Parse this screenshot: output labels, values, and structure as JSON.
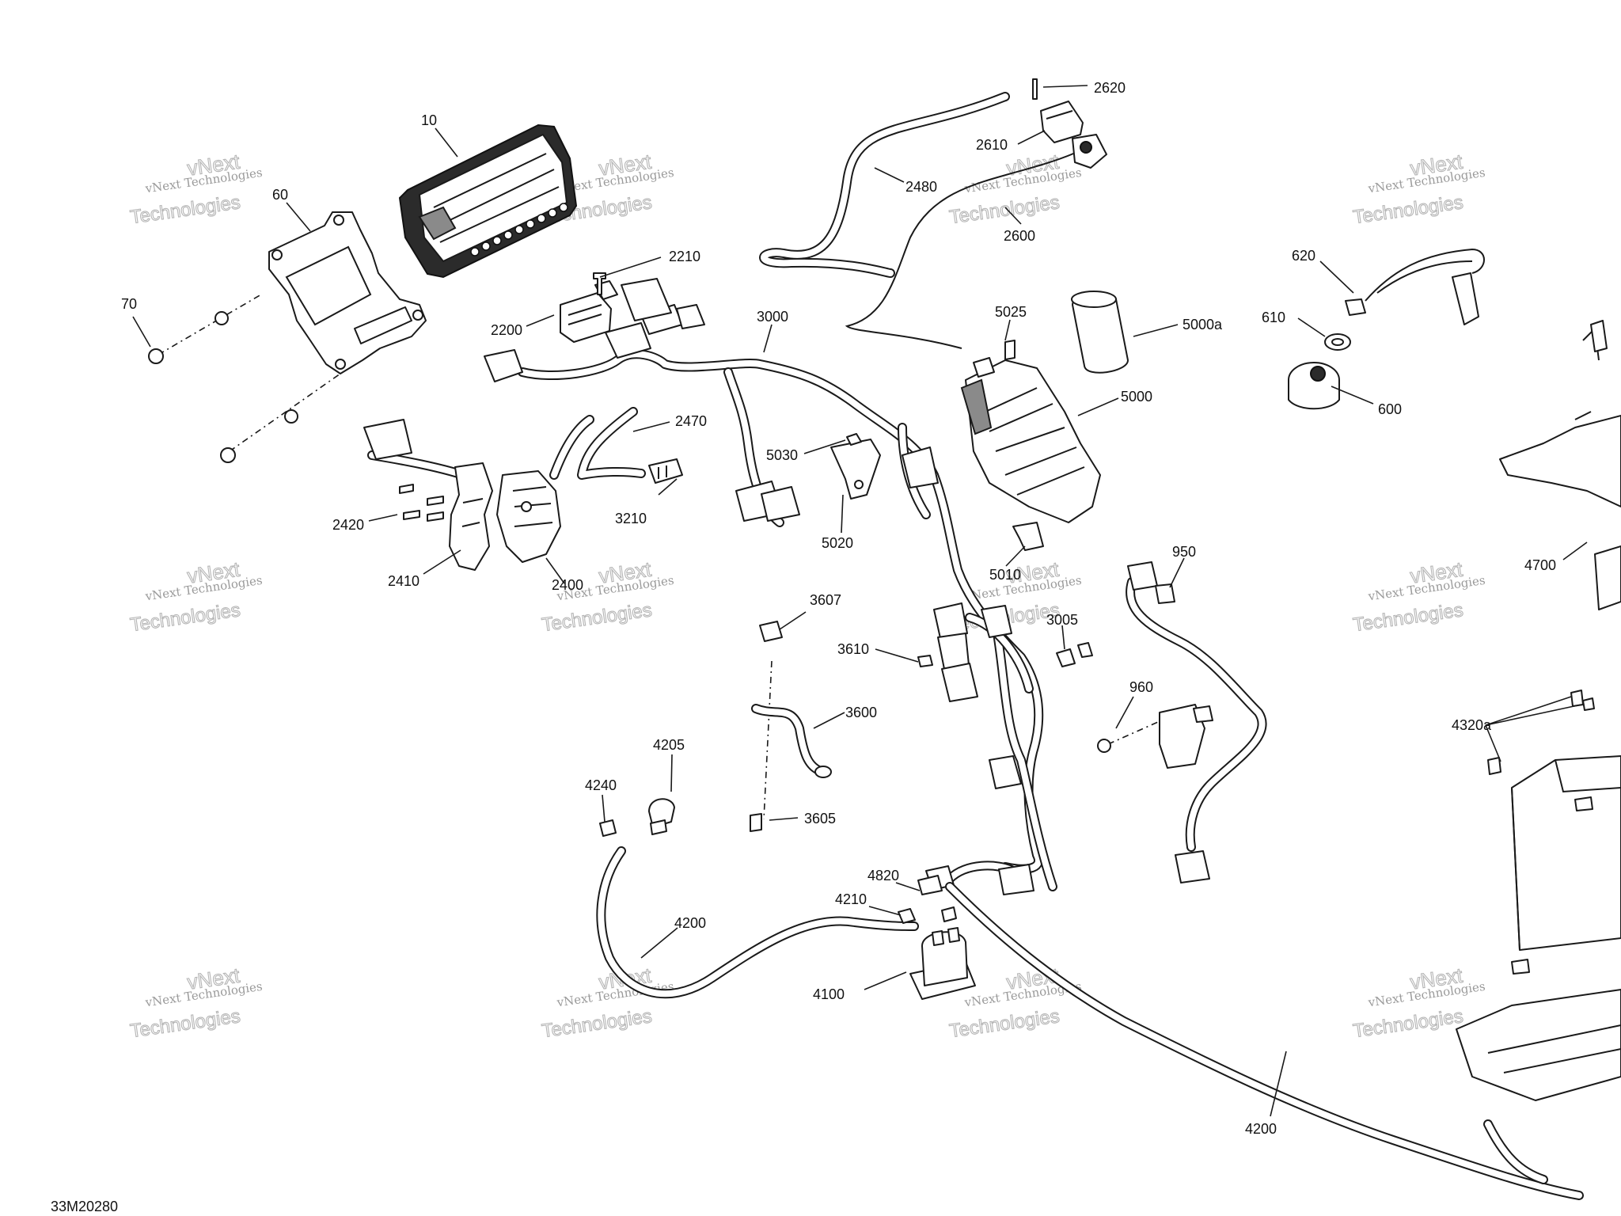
{
  "drawing_ref": "33M20280",
  "watermark": {
    "line1": "vNext Technologies",
    "line2": "vNext",
    "line3": "Technologies"
  },
  "callouts": [
    {
      "id": "c-10",
      "text": "10"
    },
    {
      "id": "c-60",
      "text": "60"
    },
    {
      "id": "c-70",
      "text": "70"
    },
    {
      "id": "c-2200",
      "text": "2200"
    },
    {
      "id": "c-2210",
      "text": "2210"
    },
    {
      "id": "c-3000",
      "text": "3000"
    },
    {
      "id": "c-2470",
      "text": "2470"
    },
    {
      "id": "c-3210",
      "text": "3210"
    },
    {
      "id": "c-2420",
      "text": "2420"
    },
    {
      "id": "c-2410",
      "text": "2410"
    },
    {
      "id": "c-2400",
      "text": "2400"
    },
    {
      "id": "c-2480",
      "text": "2480"
    },
    {
      "id": "c-2620",
      "text": "2620"
    },
    {
      "id": "c-2610",
      "text": "2610"
    },
    {
      "id": "c-2600",
      "text": "2600"
    },
    {
      "id": "c-5025",
      "text": "5025"
    },
    {
      "id": "c-5000a",
      "text": "5000a"
    },
    {
      "id": "c-5000",
      "text": "5000"
    },
    {
      "id": "c-5030",
      "text": "5030"
    },
    {
      "id": "c-5020",
      "text": "5020"
    },
    {
      "id": "c-5010",
      "text": "5010"
    },
    {
      "id": "c-620",
      "text": "620"
    },
    {
      "id": "c-610",
      "text": "610"
    },
    {
      "id": "c-600",
      "text": "600"
    },
    {
      "id": "c-4700",
      "text": "4700"
    },
    {
      "id": "c-950",
      "text": "950"
    },
    {
      "id": "c-3005",
      "text": "3005"
    },
    {
      "id": "c-960",
      "text": "960"
    },
    {
      "id": "c-3607",
      "text": "3607"
    },
    {
      "id": "c-3610",
      "text": "3610"
    },
    {
      "id": "c-3600",
      "text": "3600"
    },
    {
      "id": "c-3605",
      "text": "3605"
    },
    {
      "id": "c-4205",
      "text": "4205"
    },
    {
      "id": "c-4240",
      "text": "4240"
    },
    {
      "id": "c-4820",
      "text": "4820"
    },
    {
      "id": "c-4210",
      "text": "4210"
    },
    {
      "id": "c-4200a",
      "text": "4200"
    },
    {
      "id": "c-4100",
      "text": "4100"
    },
    {
      "id": "c-4200b",
      "text": "4200"
    },
    {
      "id": "c-4320a",
      "text": "4320a"
    }
  ]
}
